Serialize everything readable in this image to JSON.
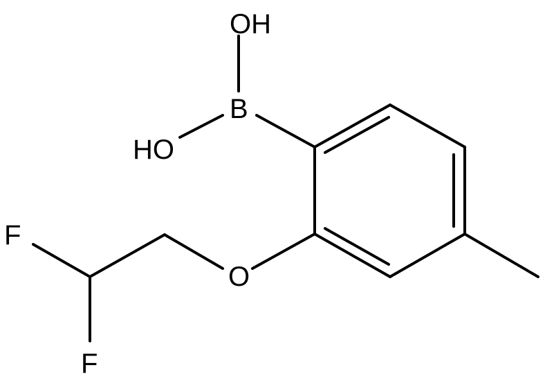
{
  "molecule": {
    "atom_labels": {
      "oh_top": "OH",
      "oh_left": "HO",
      "boron": "B",
      "oxygen": "O",
      "fluorine_top": "F",
      "fluorine_bottom": "F"
    },
    "colors": {
      "bond": "#000000",
      "label": "#000000",
      "background": "#ffffff"
    }
  }
}
